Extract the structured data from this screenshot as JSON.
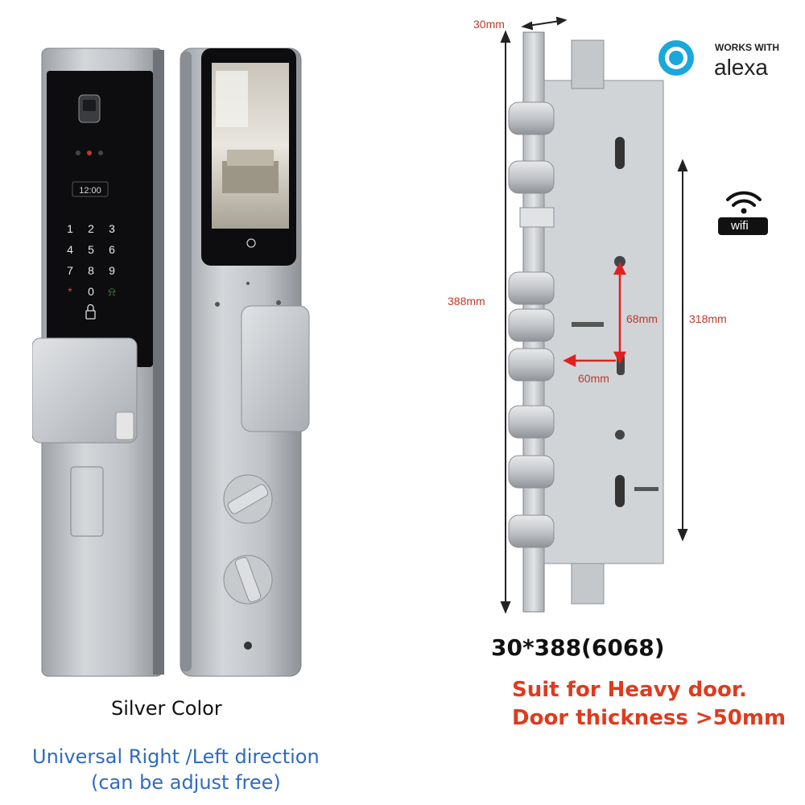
{
  "product": {
    "color_label": "Silver Color",
    "direction_line1": "Universal Right /Left direction",
    "direction_line2": "(can be adjust free)"
  },
  "front_panel": {
    "clock": "12:00",
    "keypad": [
      "1",
      "2",
      "3",
      "4",
      "5",
      "6",
      "7",
      "8",
      "9",
      "*",
      "0",
      "⍾"
    ]
  },
  "mortise": {
    "width_label": "30mm",
    "height_label": "388mm",
    "distance_label": "318mm",
    "cylinder_spacing_label": "68mm",
    "backset_label": "60mm",
    "model": "30*388(6068)",
    "note_line1": "Suit for Heavy door.",
    "note_line2": "Door thickness >50mm"
  },
  "badges": {
    "alexa_top": "WORKS WITH",
    "alexa_brand": "alexa",
    "wifi": "wifi"
  },
  "colors": {
    "dimension_red": "#c0392b",
    "caption_blue": "#2f6bbf",
    "alexa_blue": "#1aa7dc",
    "silver": "#b9bcc0",
    "panel_black": "#0d0d0f"
  }
}
